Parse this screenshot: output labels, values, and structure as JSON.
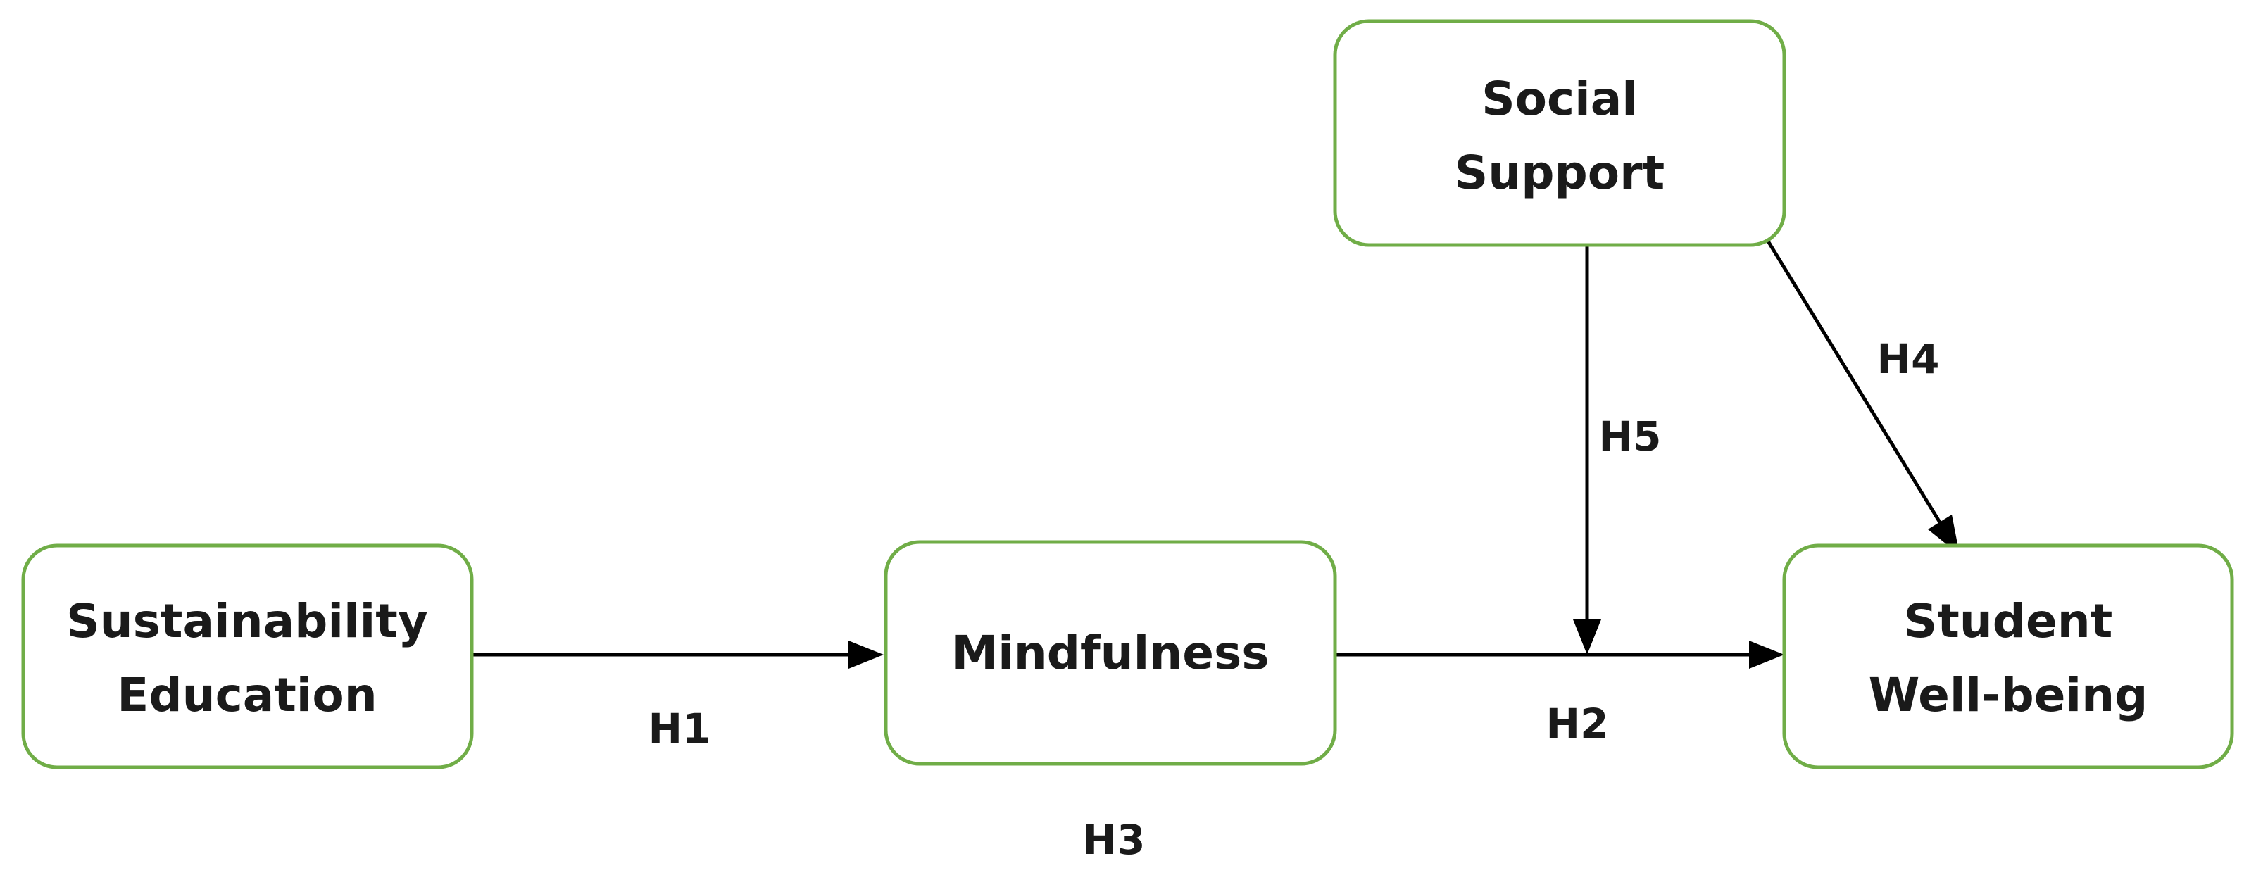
{
  "nodes": {
    "sustainability_education": {
      "line1": "Sustainability",
      "line2": "Education"
    },
    "mindfulness": {
      "label": "Mindfulness"
    },
    "social_support": {
      "line1": "Social",
      "line2": "Support"
    },
    "student_wellbeing": {
      "line1": "Student",
      "line2": "Well-being"
    }
  },
  "edges": {
    "h1": "H1",
    "h2": "H2",
    "h3": "H3",
    "h4": "H4",
    "h5": "H5"
  },
  "colors": {
    "node_border": "#70ad47",
    "arrow": "#000000"
  }
}
